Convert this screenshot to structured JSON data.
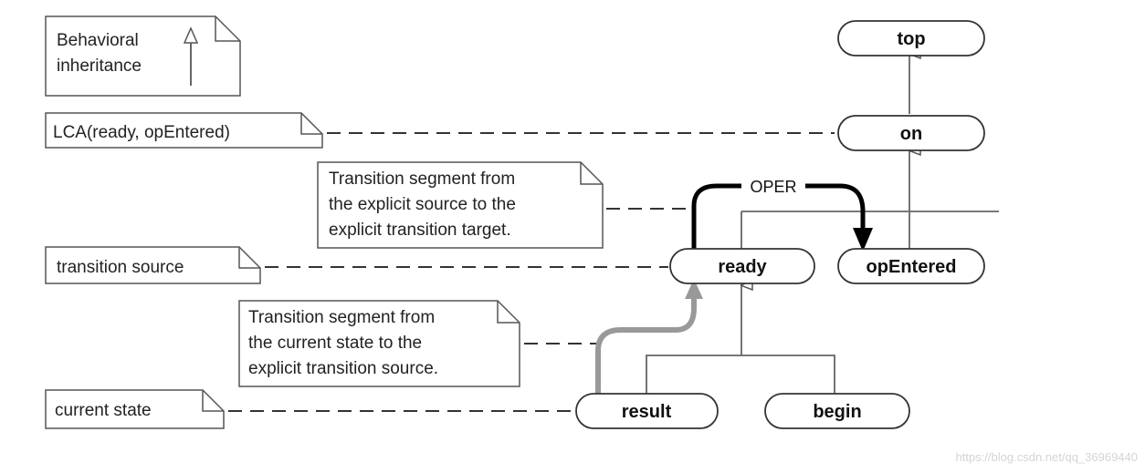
{
  "notes": {
    "legend": [
      "Behavioral",
      "inheritance"
    ],
    "lca": "LCA(ready, opEntered)",
    "explicit_segment": [
      "Transition segment from",
      "the explicit source to the",
      "explicit transition target."
    ],
    "transition_source": "transition source",
    "current_segment": [
      "Transition segment from",
      "the current state to the",
      "explicit transition source."
    ],
    "current_state": "current state"
  },
  "states": {
    "top": "top",
    "on": "on",
    "ready": "ready",
    "opEntered": "opEntered",
    "result": "result",
    "begin": "begin"
  },
  "transition": {
    "event_label": "OPER"
  },
  "colors": {
    "note_stroke": "#555555",
    "dashed_line": "#333333",
    "explicit_arrow": "#000000",
    "current_arrow": "#999999",
    "inheritance_line": "#666666"
  },
  "watermark": "https://blog.csdn.net/qq_36969440"
}
